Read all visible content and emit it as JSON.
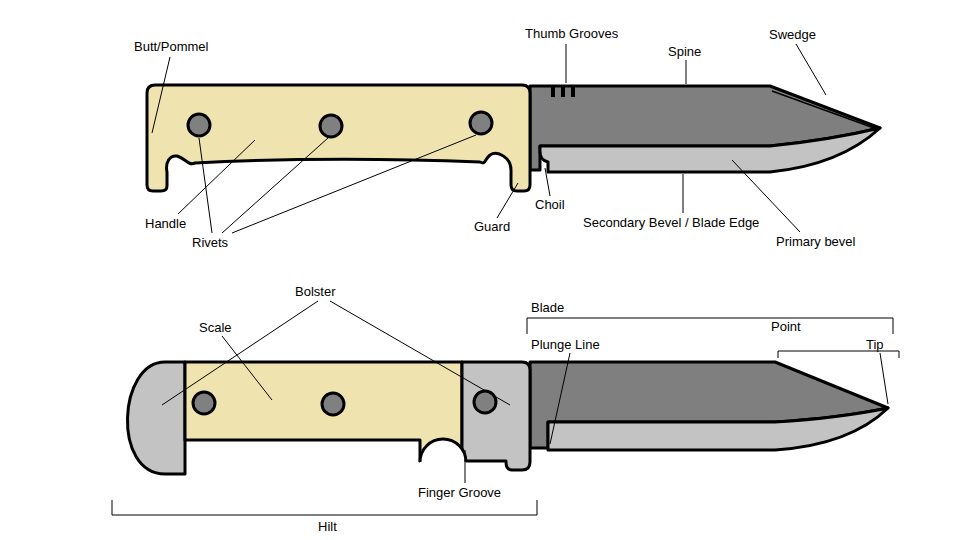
{
  "diagram": {
    "labels": [
      "Butt/Pommel",
      "Thumb Grooves",
      "Spine",
      "Swedge",
      "Handle",
      "Rivets",
      "Guard",
      "Choil",
      "Secondary Bevel / Blade Edge",
      "Primary bevel",
      "Bolster",
      "Scale",
      "Blade",
      "Plunge Line",
      "Point",
      "Tip",
      "Finger Groove",
      "Hilt"
    ]
  }
}
